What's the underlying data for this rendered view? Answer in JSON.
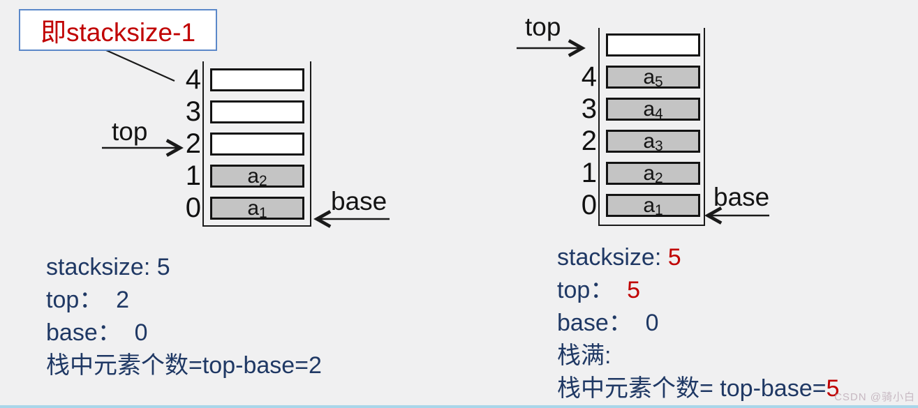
{
  "colors": {
    "bg": "#f0f0f1",
    "navy": "#1f3864",
    "red": "#c00000",
    "line": "#1a1a1a",
    "cell_fill": "#c4c4c4",
    "callout_border": "#5b88c9",
    "bar": "#a9d6e9"
  },
  "callout": {
    "text": "即stacksize-1"
  },
  "left_stack": {
    "top_label": "top",
    "base_label": "base",
    "rows": [
      {
        "index": "4",
        "el": "",
        "sub": ""
      },
      {
        "index": "3",
        "el": "",
        "sub": ""
      },
      {
        "index": "2",
        "el": "",
        "sub": ""
      },
      {
        "index": "1",
        "el": "a",
        "sub": "2"
      },
      {
        "index": "0",
        "el": "a",
        "sub": "1"
      }
    ],
    "info": [
      "stacksize: 5",
      "top：  2",
      "base：  0",
      "栈中元素个数=top-base=2"
    ]
  },
  "right_stack": {
    "top_label": "top",
    "base_label": "base",
    "rows": [
      {
        "index": "",
        "el": "",
        "sub": ""
      },
      {
        "index": "4",
        "el": "a",
        "sub": "5"
      },
      {
        "index": "3",
        "el": "a",
        "sub": "4"
      },
      {
        "index": "2",
        "el": "a",
        "sub": "3"
      },
      {
        "index": "1",
        "el": "a",
        "sub": "2"
      },
      {
        "index": "0",
        "el": "a",
        "sub": "1"
      }
    ],
    "info": [
      {
        "t": "stacksize: ",
        "v": "5"
      },
      {
        "t": "top：  ",
        "v": "5"
      },
      {
        "t": "base：  0",
        "v": ""
      },
      {
        "t": "栈满:",
        "v": ""
      },
      {
        "t": "栈中元素个数= top-base=",
        "v": "5"
      }
    ]
  },
  "watermark": "CSDN @骑小白"
}
